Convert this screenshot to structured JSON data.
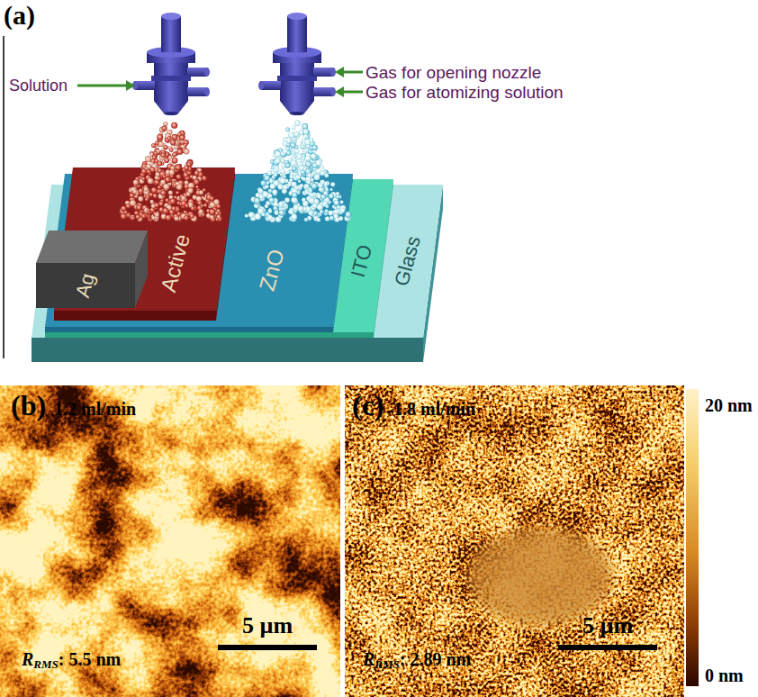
{
  "diagram": {
    "nodes": [
      {
        "text": [
          "(b)",
          "1.2 ml/min",
          "RRMS: 5.5 nm",
          "5 µm"
        ]
      },
      {
        "text": [
          "(c)",
          "1.8 ml/min",
          "RRMS: 2.89 nm",
          "5 µm"
        ]
      }
    ],
    "labels": [
      "(a)",
      "Solution",
      "Gas for opening nozzle",
      "Gas for atomizing solution",
      "Ag",
      "Active",
      "ZnO",
      "ITO",
      "Glass",
      "20 nm",
      "0 nm"
    ]
  }
}
